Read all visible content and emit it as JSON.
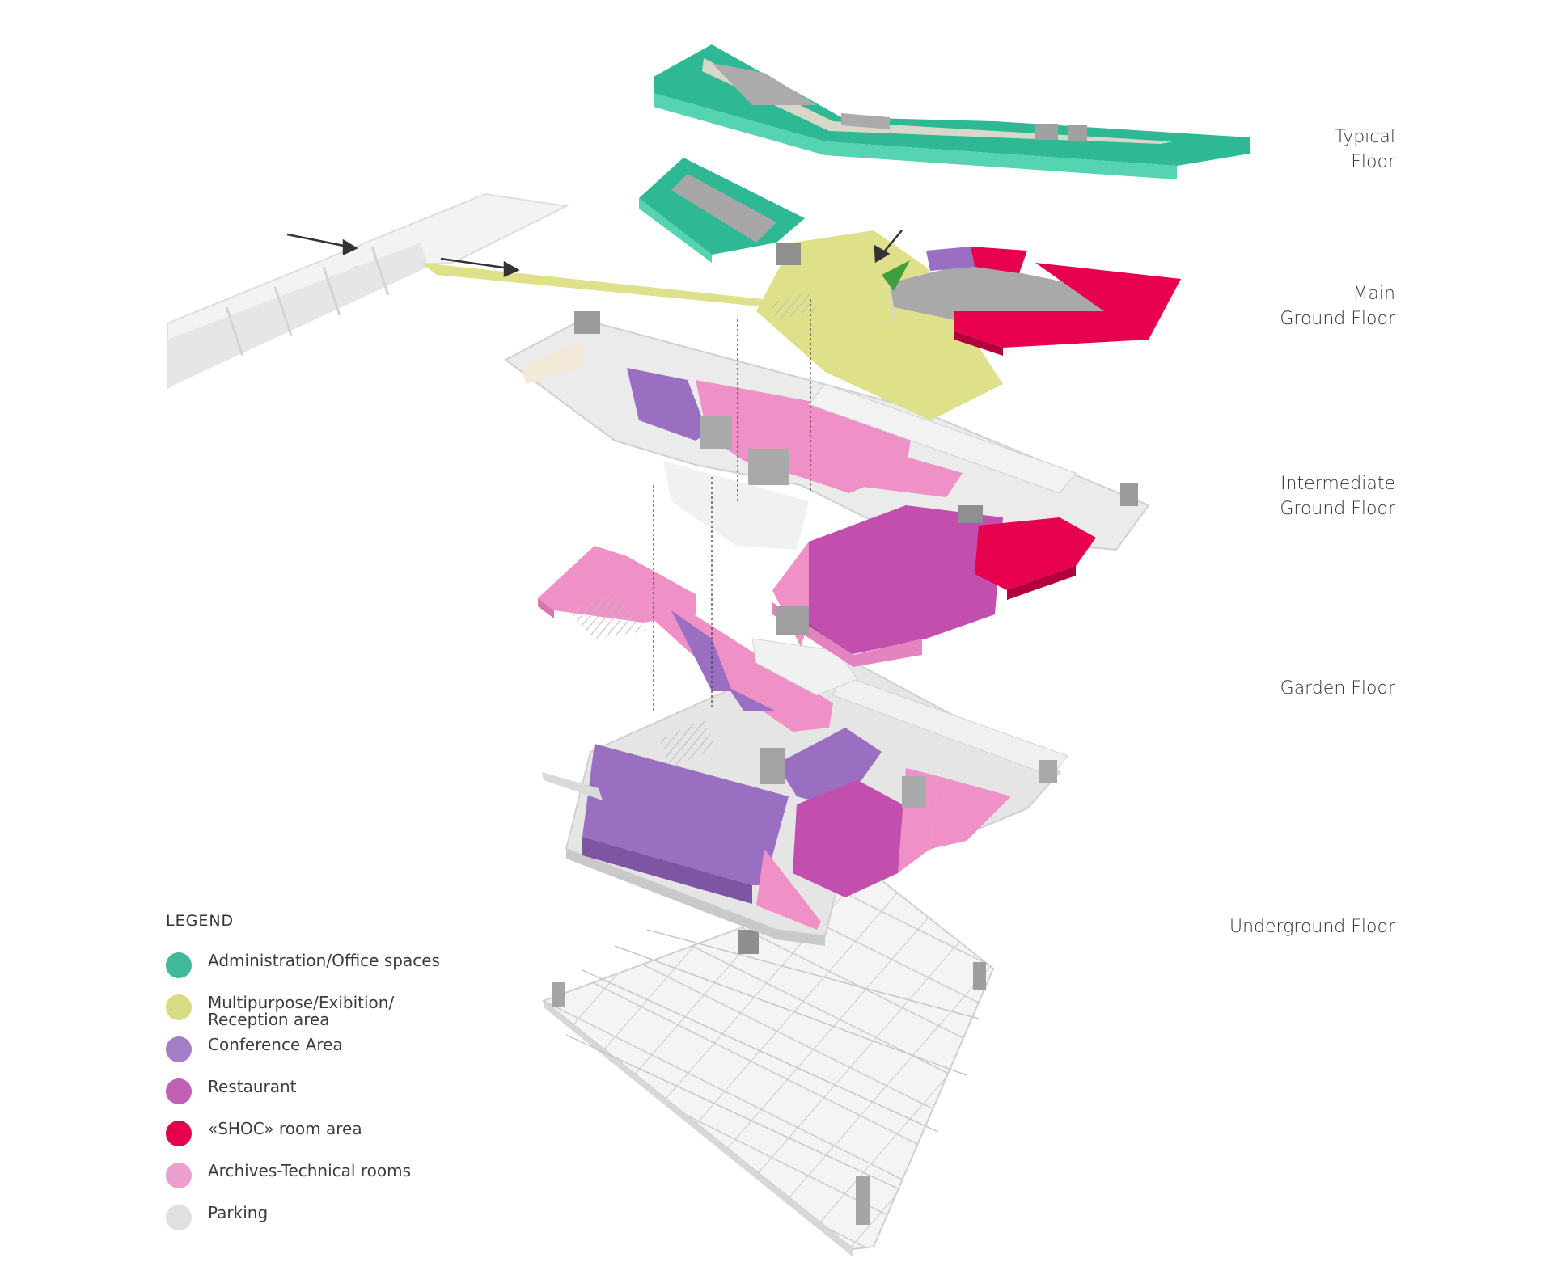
{
  "floors": [
    {
      "id": "typical",
      "lines": [
        "Typical",
        "Floor"
      ]
    },
    {
      "id": "main",
      "lines": [
        "Main",
        "Ground Floor"
      ]
    },
    {
      "id": "intermediate",
      "lines": [
        "Intermediate",
        "Ground Floor"
      ]
    },
    {
      "id": "garden",
      "lines": [
        "Garden Floor"
      ]
    },
    {
      "id": "underground",
      "lines": [
        "Underground Floor"
      ]
    }
  ],
  "legend": {
    "title": "LEGEND",
    "items": [
      {
        "label": "Administration/Office spaces",
        "color": "#3fb99c"
      },
      {
        "label": "Multipurpose/Exibition/\nReception area",
        "color": "#d8dc82"
      },
      {
        "label": "Conference Area",
        "color": "#a27ec7"
      },
      {
        "label": "Restaurant",
        "color": "#c15fb2"
      },
      {
        "label": "«SHOC» room area",
        "color": "#e4004a"
      },
      {
        "label": "Archives-Technical rooms",
        "color": "#ea9fcf"
      },
      {
        "label": "Parking",
        "color": "#e0e0e0"
      }
    ]
  },
  "colors": {
    "office": "#2fb894",
    "office_side": "#56d3b0",
    "reception": "#dfe08a",
    "conference": "#9a6fc2",
    "restaurant": "#c24fae",
    "shoc": "#e6004e",
    "archives": "#ef90c6",
    "parking": "#ececec",
    "core": "#a9a9a9"
  }
}
